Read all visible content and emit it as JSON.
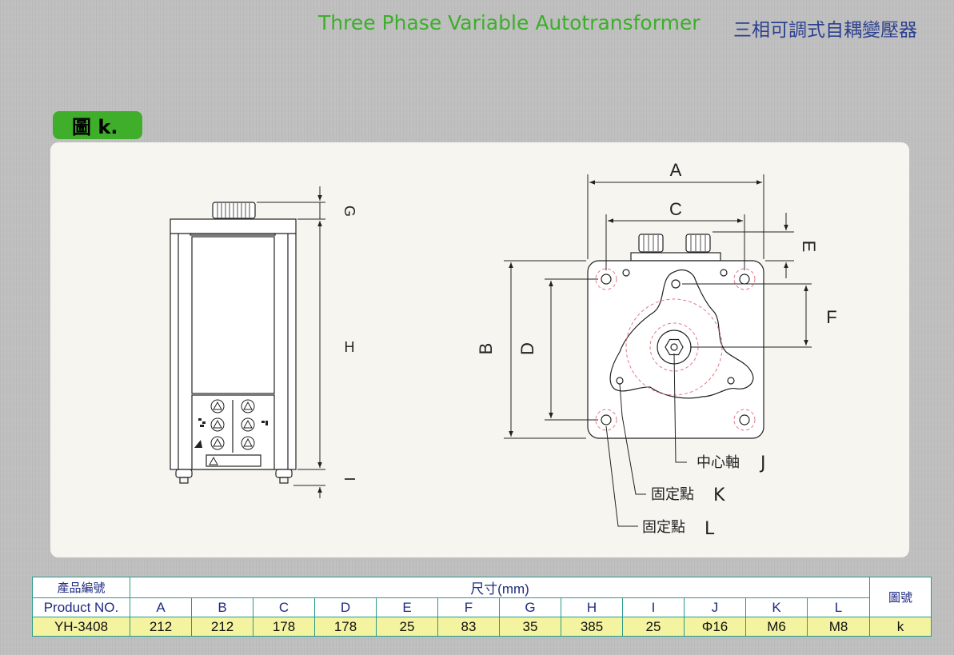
{
  "header": {
    "title_en": "Three Phase Variable Autotransformer",
    "title_zh": "三相可調式自耦變壓器"
  },
  "figure": {
    "tab_label": "圖 k.",
    "dim_labels": {
      "A": "A",
      "B": "B",
      "C": "C",
      "D": "D",
      "E": "E",
      "F": "F",
      "G": "G",
      "H": "H",
      "I": "I",
      "J": "J",
      "K": "K",
      "L": "L"
    },
    "callouts": {
      "center_shaft": "中心軸",
      "fix_point_k": "固定點",
      "fix_point_l": "固定點"
    }
  },
  "table": {
    "product_zh": "產品編號",
    "product_en": "Product NO.",
    "size_header": "尺寸(mm)",
    "figure_header": "圖號",
    "columns": [
      "A",
      "B",
      "C",
      "D",
      "E",
      "F",
      "G",
      "H",
      "I",
      "J",
      "K",
      "L"
    ],
    "row": {
      "model": "YH-3408",
      "values": [
        "212",
        "212",
        "178",
        "178",
        "25",
        "83",
        "35",
        "385",
        "25",
        "Φ16",
        "M6",
        "M8"
      ],
      "figure": "k"
    }
  },
  "colors": {
    "accent_green": "#3fae2a",
    "title_blue": "#2b3f8f",
    "table_border": "#2a9a8a",
    "highlight_row": "#f3f3a0"
  }
}
